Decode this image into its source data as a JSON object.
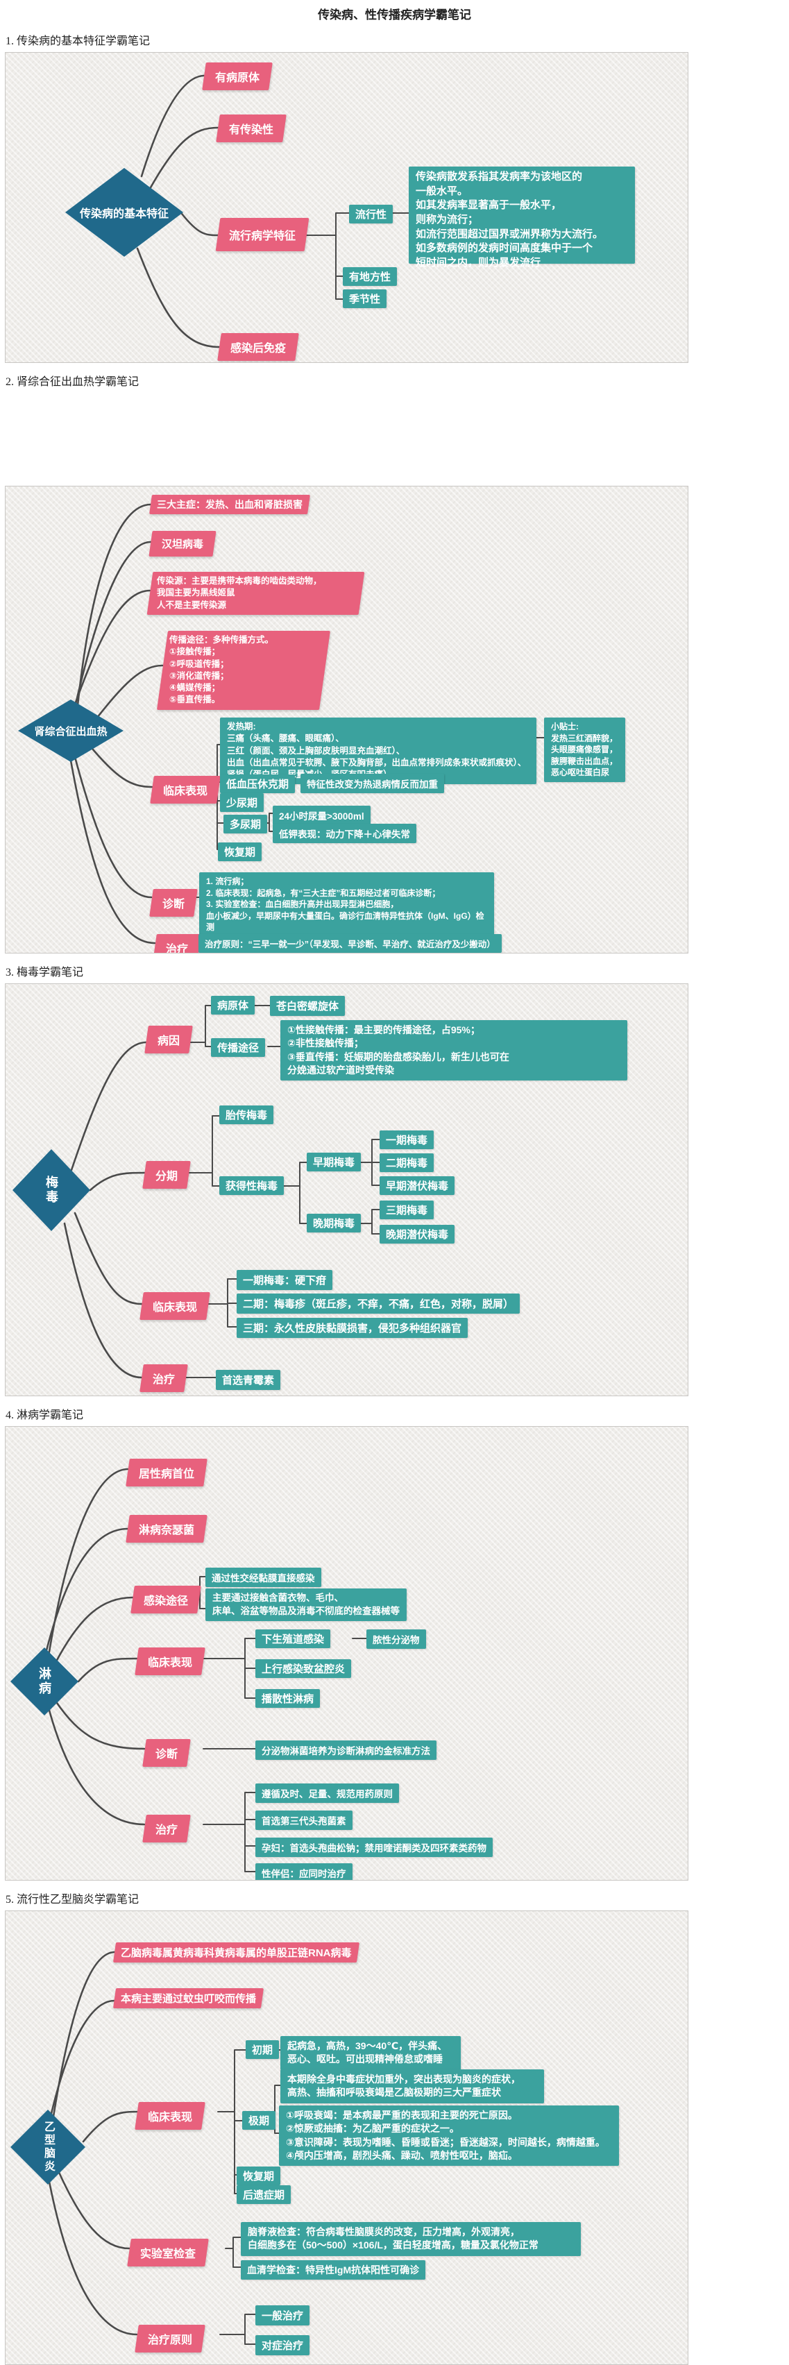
{
  "page": {
    "title": "传染病、性传播疾病学霸笔记"
  },
  "colors": {
    "pink": "#e8617d",
    "teal": "#3ba29e",
    "navy": "#20698b",
    "line": "#4a4a4a",
    "panel_bg": "#efedea"
  },
  "sections": [
    {
      "heading": "1. 传染病的基本特征学霸笔记"
    },
    {
      "heading": "2. 肾综合征出血热学霸笔记"
    },
    {
      "heading": "3. 梅毒学霸笔记"
    },
    {
      "heading": "4. 淋病学霸笔记"
    },
    {
      "heading": "5. 流行性乙型脑炎学霸笔记"
    }
  ],
  "maps": {
    "m1": {
      "center": "传染病的基本特征",
      "pathogen": "有病原体",
      "infectious": "有传染性",
      "epi": "流行病学特征",
      "epidemic": "流行性",
      "epidemic_note": "传染病散发系指其发病率为该地区的\n一般水平。\n如其发病率显著高于一般水平，\n则称为流行；\n如流行范围超过国界或洲界称为大流行。\n如多数病例的发病时间高度集中于一个\n短时间之内，则为暴发流行",
      "endemic": "有地方性",
      "seasonal": "季节性",
      "immunity": "感染后免疫"
    },
    "m2": {
      "center": "肾综合征出血热",
      "features": "三大主症：发热、出血和肾脏损害",
      "virus": "汉坦病毒",
      "source": "传染源：主要是携带本病毒的啮齿类动物，\n我国主要为黑线姬鼠\n人不是主要传染源",
      "route": "传播途径：多种传播方式。\n①接触传播；\n②呼吸道传播；\n③消化道传播；\n④螨媒传播；\n⑤垂直传播。",
      "clinical": "临床表现",
      "fever_stage": "发热期:\n三痛（头痛、腰痛、眼眶痛）、\n三红（颜面、颈及上胸部皮肤明显充血潮红）、\n出血（出血点常见于软腭、腋下及胸背部，出血点常排列成条束状或抓痕状）、\n肾损（蛋白尿，尿量减少，肾区有叩击痛）",
      "tips": "小贴士:\n发热三红酒醉貌，\n头眼腰痛像感冒，\n腋腭鞭击出血点，\n恶心呕吐蛋白尿",
      "shock_stage": "低血压休克期",
      "shock_note": "特征性改变为热退病情反而加重",
      "oliguria": "少尿期",
      "polyuria": "多尿期",
      "polyuria_note1": "24小时尿量>3000ml",
      "polyuria_note2": "低钾表现：动力下降＋心律失常",
      "recovery": "恢复期",
      "diagnosis": "诊断",
      "diagnosis_note": "1. 流行病；\n2. 临床表现：起病急，有“三大主症”和五期经过者可临床诊断；\n3. 实验室检查：血白细胞升高并出现异型淋巴细胞，\n血小板减少，早期尿中有大量蛋白。确诊行血清特异性抗体（IgM、IgG）检测",
      "treatment": "治疗",
      "treatment_note": "治疗原则：“三早一就一少”（早发现、早诊断、早治疗、就近治疗及少搬动）"
    },
    "m3": {
      "center": "梅毒",
      "cause": "病因",
      "pathogen": "病原体",
      "pathogen_note": "苍白密螺旋体",
      "route": "传播途径",
      "route_note": "①性接触传播：最主要的传播途径，占95%；\n②非性接触传播；\n③垂直传播：妊娠期的胎盘感染胎儿，新生儿也可在\n分娩通过软产道时受传染",
      "stages": "分期",
      "congenital": "胎传梅毒",
      "acquired": "获得性梅毒",
      "early": "早期梅毒",
      "early1": "一期梅毒",
      "early2": "二期梅毒",
      "early_latent": "早期潜伏梅毒",
      "late": "晚期梅毒",
      "late3": "三期梅毒",
      "late_latent": "晚期潜伏梅毒",
      "clinical": "临床表现",
      "clinical1": "一期梅毒：硬下疳",
      "clinical2": "二期：梅毒疹（斑丘疹，不痒，不痛，红色，对称，脱屑）",
      "clinical3": "三期：永久性皮肤黏膜损害，侵犯多种组织器官",
      "treatment": "治疗",
      "treatment_note": "首选青霉素"
    },
    "m4": {
      "center": "淋病",
      "rank": "居性病首位",
      "pathogen": "淋病奈瑟菌",
      "route": "感染途径",
      "route_note1": "通过性交经黏膜直接感染",
      "route_note2": "主要通过接触含菌衣物、毛巾、\n床单、浴盆等物品及消毒不彻底的检查器械等",
      "clinical": "临床表现",
      "lower": "下生殖道感染",
      "lower_note": "脓性分泌物",
      "upper": "上行感染致盆腔炎",
      "disseminated": "播散性淋病",
      "diagnosis": "诊断",
      "diagnosis_note": "分泌物淋菌培养为诊断淋病的金标准方法",
      "treatment": "治疗",
      "t1": "遵循及时、足量、规范用药原则",
      "t2": "首选第三代头孢菌素",
      "t3": "孕妇：首选头孢曲松钠；禁用喹诺酮类及四环素类药物",
      "t4": "性伴侣：应同时治疗"
    },
    "m5": {
      "center": "乙型脑炎",
      "virus": "乙脑病毒属黄病毒科黄病毒属的单股正链RNA病毒",
      "route": "本病主要通过蚊虫叮咬而传播",
      "clinical": "临床表现",
      "initial": "初期",
      "initial_note": "起病急，高热，39～40℃，伴头痛、\n恶心、呕吐。可出现精神倦怠或嗜睡",
      "acme": "极期",
      "acme_note1": "本期除全身中毒症状加重外，突出表现为脑炎的症状，\n高热、抽搐和呼吸衰竭是乙脑极期的三大严重症状",
      "acme_note2": "①呼吸衰竭：是本病最严重的表现和主要的死亡原因。\n②惊厥或抽搐：为乙脑严重的症状之一。\n③意识障碍：表现为嗜睡、昏睡或昏迷；昏迷越深，时间越长，病情越重。\n④颅内压增高，剧烈头痛、躁动、喷射性呕吐，脑疝。",
      "recovery": "恢复期",
      "sequelae": "后遗症期",
      "lab": "实验室检查",
      "lab1": "脑脊液检查：符合病毒性脑膜炎的改变，压力增高，外观清亮，\n白细胞多在（50～500）×106/L，蛋白轻度增高，糖量及氯化物正常",
      "lab2": "血清学检查：特异性IgM抗体阳性可确诊",
      "principle": "治疗原则",
      "z1": "一般治疗",
      "z2": "对症治疗"
    }
  }
}
